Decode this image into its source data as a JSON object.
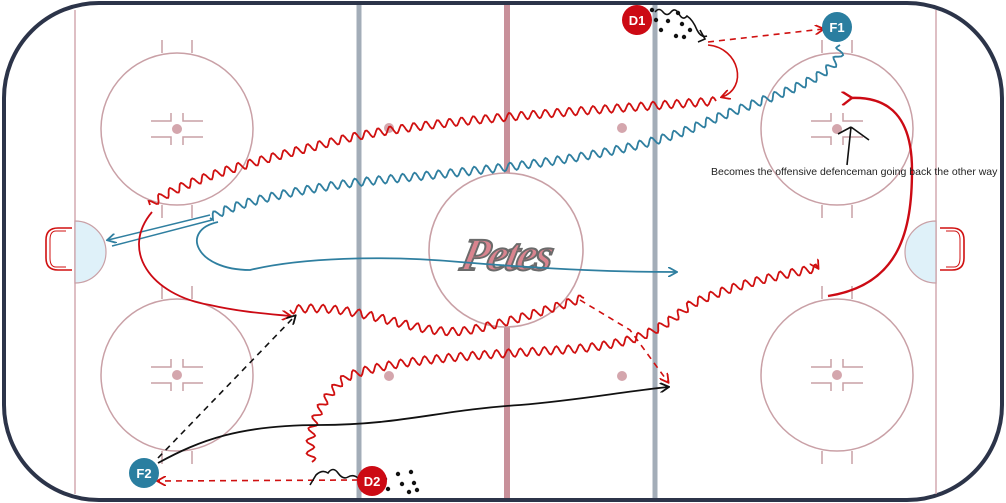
{
  "annotation": "Becomes the offensive defenceman going back the other way",
  "logo_text": "Petes",
  "players": [
    {
      "label": "D1",
      "role": "defence"
    },
    {
      "label": "F1",
      "role": "forward"
    },
    {
      "label": "F2",
      "role": "forward"
    },
    {
      "label": "D2",
      "role": "defence"
    }
  ],
  "colors": {
    "board": "#2c3449",
    "rink_lines": "#c9a0a6",
    "red_line": "#c8909a",
    "blue_line": "#a3adb8",
    "defence": "#cc0a14",
    "forward": "#2a7ea0",
    "pass_black": "#111111",
    "skate_red": "#d01010",
    "skate_blue": "#2f7fa0",
    "crease": "#dff1f9"
  },
  "icons": [
    "pucks-icon",
    "puck-pile-icon"
  ]
}
